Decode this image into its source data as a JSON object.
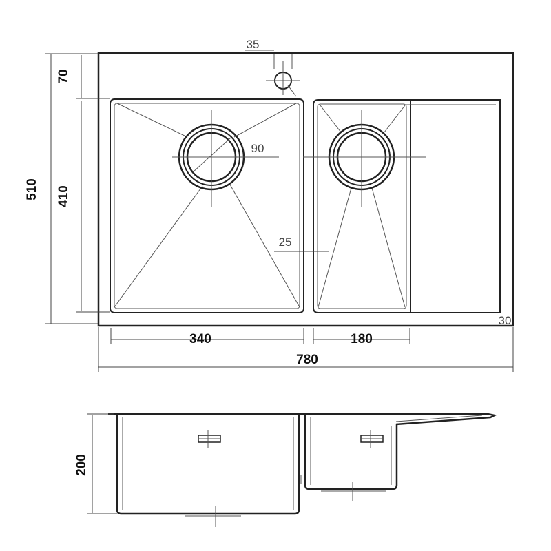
{
  "dimensions": {
    "total_width": "780",
    "total_height": "510",
    "top_margin": "70",
    "bowl_height": "410",
    "large_bowl_width": "340",
    "small_bowl_width": "180",
    "depth": "200",
    "tap_hole": "35",
    "drain_diameter": "90",
    "bowl_gap": "25",
    "corner": "30"
  }
}
